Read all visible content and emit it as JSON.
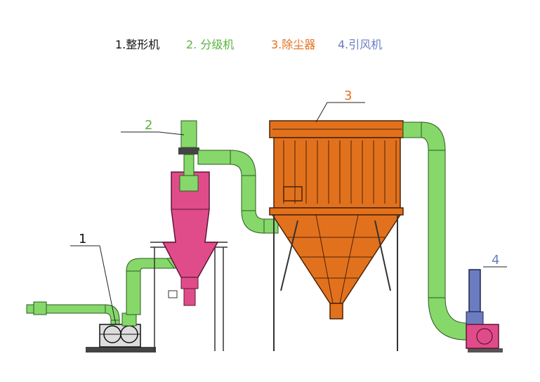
{
  "legend": {
    "item1": "1.整形机",
    "item2": "2. 分级机",
    "item3": "3.除尘器",
    "item4": "4.引风机"
  },
  "callouts": {
    "c1": "1",
    "c2": "2",
    "c3": "3",
    "c4": "4"
  },
  "colors": {
    "shaper": "#000000",
    "classifier": "#5ab43c",
    "collector": "#e2711d",
    "fan": "#6b7cc0",
    "pipe": "#86d86a",
    "classifier_body": "#e04c8a"
  }
}
